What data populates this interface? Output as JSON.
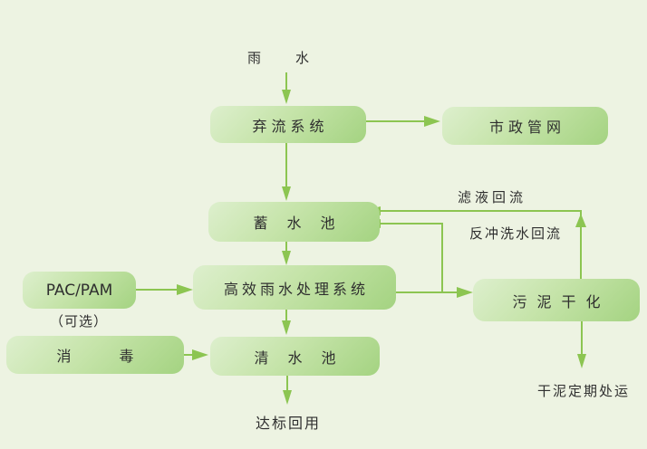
{
  "diagram": {
    "title_implied": "rainwater-treatment-flowchart",
    "colors": {
      "background": "#edf3e2",
      "box_gradient_start": "#ddefcd",
      "box_gradient_end": "#a4d381",
      "line": "#8cc551",
      "text": "#2f2f2f"
    },
    "nodes": {
      "rain_water": "雨水",
      "diversion_system": "弃流系统",
      "municipal_pipe_network": "市政管网",
      "storage_tank": "蓄水池",
      "treatment_system": "高效雨水处理系统",
      "pac_pam": "PAC/PAM",
      "pac_pam_note": "（可选）",
      "disinfection": "消毒",
      "clean_water_tank": "清水池",
      "sludge_drying": "污泥干化"
    },
    "labels": {
      "filtrate_return": "滤液回流",
      "backwash_return": "反冲洗水回流",
      "reuse_output": "达标回用",
      "dry_sludge_disposal": "干泥定期处运"
    }
  }
}
